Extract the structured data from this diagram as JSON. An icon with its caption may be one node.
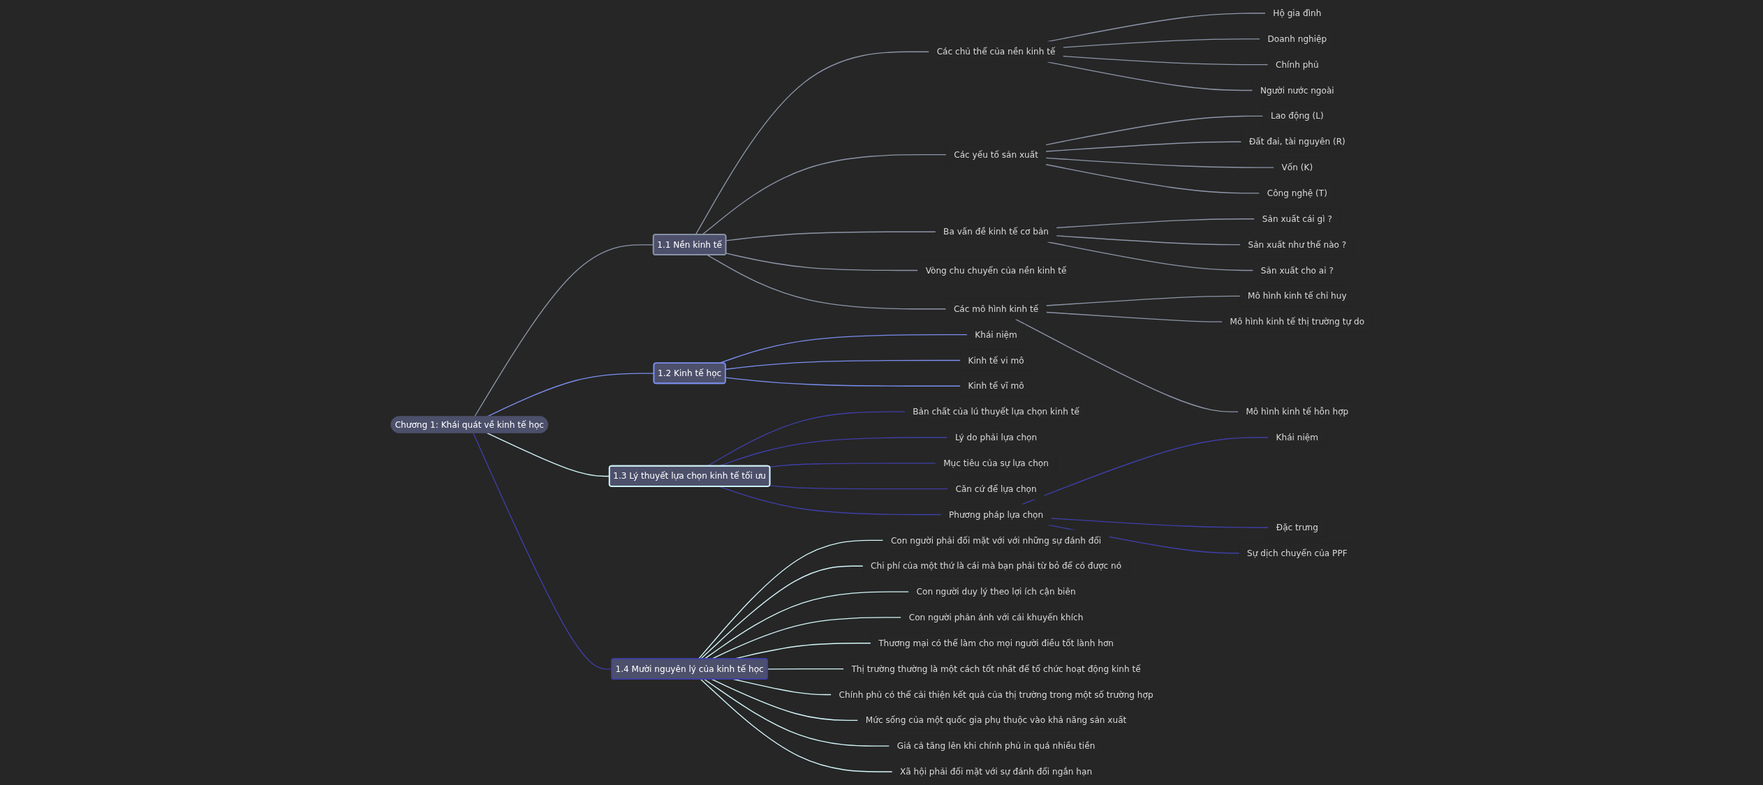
{
  "diagram": {
    "nodes": [
      {
        "text": [
          "Chương 1: Khái quát về kinh tế học"
        ]
      },
      {
        "text": [
          "1.1 Nền kinh tế"
        ]
      },
      {
        "text": [
          "Các chủ thể của nền kinh tế"
        ]
      },
      {
        "text": [
          "Hộ gia đình"
        ]
      },
      {
        "text": [
          "Doanh nghiệp"
        ]
      },
      {
        "text": [
          "Chính phủ"
        ]
      },
      {
        "text": [
          "Người nước ngoài"
        ]
      },
      {
        "text": [
          "Các yếu tố sản xuất"
        ]
      },
      {
        "text": [
          "Lao động (L)"
        ]
      },
      {
        "text": [
          "Đất đai, tài nguyên (R)"
        ]
      },
      {
        "text": [
          "Vốn (K)"
        ]
      },
      {
        "text": [
          "Công nghệ (T)"
        ]
      },
      {
        "text": [
          "Ba vấn đề kinh tế cơ bản"
        ]
      },
      {
        "text": [
          "Sản xuất cái gì ?"
        ]
      },
      {
        "text": [
          "Sản xuất như thế nào ?"
        ]
      },
      {
        "text": [
          "Sản xuất cho ai ?"
        ]
      },
      {
        "text": [
          "Các mô hình kinh tế"
        ]
      },
      {
        "text": [
          "Mô hình kinh tế chỉ huy"
        ]
      },
      {
        "text": [
          "Mô hình kinh tế thị trường tự do"
        ]
      },
      {
        "text": [
          "Mô hình kinh tế hỗn hợp"
        ]
      },
      {
        "text": [
          "Vòng chu chuyển của nền kinh tế"
        ]
      },
      {
        "text": [
          "1.2 Kinh tế học"
        ]
      },
      {
        "text": [
          "Khái niệm"
        ]
      },
      {
        "text": [
          "Kinh tế vi mô"
        ]
      },
      {
        "text": [
          "Kinh tế vĩ mô"
        ]
      },
      {
        "text": [
          "1.3 Lý thuyết lựa chọn kinh tế tối ưu"
        ]
      },
      {
        "text": [
          "Bản chất của lú thuyết lựa chọn kinh tế"
        ]
      },
      {
        "text": [
          "Lý do phải lựa chọn"
        ]
      },
      {
        "text": [
          "Mục tiêu của sự lựa chọn"
        ]
      },
      {
        "text": [
          "Căn cứ để lựa chọn"
        ]
      },
      {
        "text": [
          "Phương pháp lựa chọn"
        ]
      },
      {
        "text": [
          "Khái niệm"
        ]
      },
      {
        "text": [
          "Đặc trưng"
        ]
      },
      {
        "text": [
          "Sự dịch chuyển của PPF"
        ]
      },
      {
        "text": [
          "1.4 Mười nguyên lý của kinh tế học"
        ]
      },
      {
        "text": [
          "Con người phải đối mặt với với những sự đánh đổi"
        ]
      },
      {
        "text": [
          "Chi phí của một thứ là cái mà bạn phải từ bỏ để có được nó"
        ]
      },
      {
        "text": [
          "Con người duy lý theo lợi ích cận biên"
        ]
      },
      {
        "text": [
          "Con người phản ánh với cái khuyến khích"
        ]
      },
      {
        "text": [
          "Thương mại có thể làm cho mọi người điều tốt lành hơn"
        ]
      },
      {
        "text": [
          "Thị trường thường là một cách tốt nhất để tổ chức hoạt động kinh tế"
        ]
      },
      {
        "text": [
          "Chính phủ có thể cải thiện kết quả của thị trường trong một số trường hợp"
        ]
      },
      {
        "text": [
          "Mức sống của một quốc gia phụ thuộc vào khả năng sản xuất"
        ]
      },
      {
        "text": [
          "Giá cả tăng lên khi chính phủ in quá nhiều tiền"
        ]
      },
      {
        "text": [
          "Xã hội phải đối mặt với sự đánh đổi ngắn hạn"
        ]
      }
    ],
    "edges": [
      {
        "from": 0,
        "to": 1,
        "arrow": "none"
      },
      {
        "from": 1,
        "to": 2,
        "arrow": "none"
      },
      {
        "from": 2,
        "to": 3,
        "arrow": "none"
      },
      {
        "from": 2,
        "to": 4,
        "arrow": "none"
      },
      {
        "from": 2,
        "to": 5,
        "arrow": "none"
      },
      {
        "from": 2,
        "to": 6,
        "arrow": "none"
      },
      {
        "from": 1,
        "to": 7,
        "arrow": "none"
      },
      {
        "from": 7,
        "to": 8,
        "arrow": "none"
      },
      {
        "from": 7,
        "to": 9,
        "arrow": "none"
      },
      {
        "from": 7,
        "to": 10,
        "arrow": "none"
      },
      {
        "from": 7,
        "to": 11,
        "arrow": "none"
      },
      {
        "from": 1,
        "to": 12,
        "arrow": "none"
      },
      {
        "from": 12,
        "to": 13,
        "arrow": "none"
      },
      {
        "from": 12,
        "to": 14,
        "arrow": "none"
      },
      {
        "from": 12,
        "to": 15,
        "arrow": "none"
      },
      {
        "from": 1,
        "to": 16,
        "arrow": "none"
      },
      {
        "from": 16,
        "to": 17,
        "arrow": "none"
      },
      {
        "from": 16,
        "to": 18,
        "arrow": "none"
      },
      {
        "from": 16,
        "to": 19,
        "arrow": "none"
      },
      {
        "from": 1,
        "to": 20,
        "arrow": "none"
      },
      {
        "from": 0,
        "to": 21,
        "arrow": "none",
        "color": "#7b8ff0"
      },
      {
        "from": 21,
        "to": 22,
        "arrow": "none",
        "color": "#7b8ff0"
      },
      {
        "from": 21,
        "to": 23,
        "arrow": "none",
        "color": "#7b8ff0"
      },
      {
        "from": 21,
        "to": 24,
        "arrow": "none",
        "color": "#7b8ff0"
      },
      {
        "from": 0,
        "to": 25,
        "arrow": "none",
        "color": "#d4f7fb"
      },
      {
        "from": 25,
        "to": 26,
        "arrow": "none",
        "color": "#3f3fa8"
      },
      {
        "from": 25,
        "to": 27,
        "arrow": "none",
        "color": "#3f3fa8"
      },
      {
        "from": 25,
        "to": 28,
        "arrow": "none",
        "color": "#3f3fa8"
      },
      {
        "from": 25,
        "to": 29,
        "arrow": "none",
        "color": "#3f3fa8"
      },
      {
        "from": 25,
        "to": 30,
        "arrow": "none",
        "color": "#3f3fa8"
      },
      {
        "from": 30,
        "to": 31,
        "arrow": "none",
        "color": "#3f3fa8"
      },
      {
        "from": 30,
        "to": 32,
        "arrow": "none",
        "color": "#3f3fa8"
      },
      {
        "from": 30,
        "to": 33,
        "arrow": "none",
        "color": "#3f3fa8"
      },
      {
        "from": 0,
        "to": 34,
        "arrow": "none",
        "color": "#3f3fa8"
      },
      {
        "from": 34,
        "to": 35,
        "arrow": "none",
        "color": "#d4f7fb"
      },
      {
        "from": 34,
        "to": 36,
        "arrow": "none",
        "color": "#d4f7fb"
      },
      {
        "from": 34,
        "to": 37,
        "arrow": "none",
        "color": "#d4f7fb"
      },
      {
        "from": 34,
        "to": 38,
        "arrow": "none",
        "color": "#d4f7fb"
      },
      {
        "from": 34,
        "to": 39,
        "arrow": "none",
        "color": "#d4f7fb"
      },
      {
        "from": 34,
        "to": 40,
        "arrow": "none",
        "color": "#d4f7fb"
      },
      {
        "from": 34,
        "to": 41,
        "arrow": "none",
        "color": "#d4f7fb"
      },
      {
        "from": 34,
        "to": 42,
        "arrow": "none",
        "color": "#d4f7fb"
      },
      {
        "from": 34,
        "to": 43,
        "arrow": "none",
        "color": "#d4f7fb"
      },
      {
        "from": 34,
        "to": 44,
        "arrow": "none",
        "color": "#d4f7fb"
      }
    ]
  }
}
